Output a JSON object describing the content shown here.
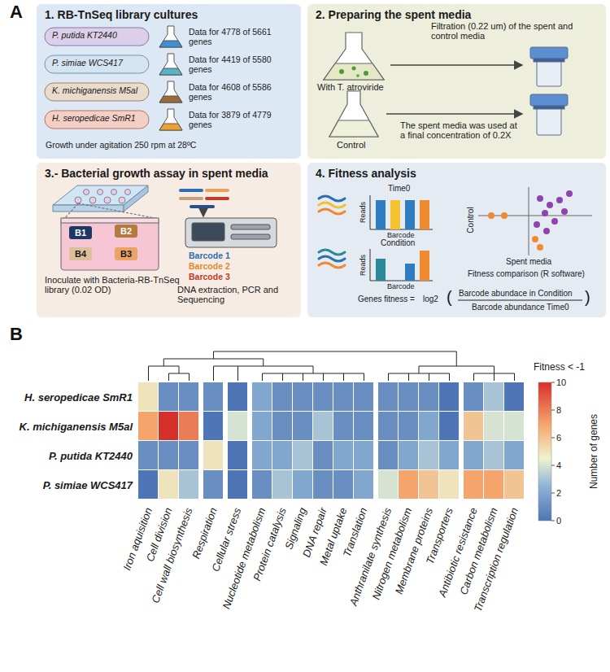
{
  "diagram": {
    "nodes": [
      {
        "text": [
          "1. RB-TnSeq library cultures"
        ]
      },
      {
        "text": [
          "2. Preparing the spent media"
        ]
      },
      {
        "text": [
          "3.- Bacterial growth assay in spent media"
        ]
      },
      {
        "text": [
          "4. Fitness analysis"
        ]
      },
      {
        "text": [
          "B1"
        ],
        "in": 2
      },
      {
        "text": [
          "B2"
        ],
        "in": 2
      },
      {
        "text": [
          "B4"
        ],
        "in": 2
      },
      {
        "text": [
          "B3"
        ],
        "in": 2
      }
    ],
    "labels": [
      "A",
      "B",
      "P. putida KT2440",
      "Data for 4778 of 5661 genes",
      "P. simiae WCS417",
      "Data for 4419 of 5580 genes",
      "K. michiganensis M5al",
      "Data for 4608 of 5586 genes",
      "H. seropedicae SmR1",
      "Data for 3879 of 4779 genes",
      "Growth under agitation 250 rpm at 28ºC",
      "Filtration (0.22 um) of the spent and control media",
      "With T. atroviride",
      "Control",
      "The spent media was used at a final concentration of 0.2X",
      "Inoculate with Bacteria-RB-TnSeq library (0.02 OD)",
      "Barcode 1",
      "Barcode 2",
      "Barcode 3",
      "DNA extraction, PCR and Sequencing",
      "Time0",
      "Reads",
      "Barcode",
      "Condition",
      "Reads",
      "Barcode",
      "Control",
      "Spent media",
      "Fitness comparison (R software)",
      "Genes fitness =",
      "log2",
      "(",
      "Barcode abundace in Condition",
      "Barcode abundance Time0",
      ")",
      "H. seropedicae SmR1",
      "K. michiganensis M5al",
      "P. putida KT2440",
      "P. simiae WCS417",
      "Iron aquisition",
      "Cell division",
      "Cell wall biosynthesis",
      "Respiration",
      "Cellular stress",
      "Nucleotide metabolism",
      "Protein catalysis",
      "Signaling",
      "DNA repair",
      "Metal uptake",
      "Translation",
      "Anthranilate synthesis",
      "Nitrogen metabolism",
      "Membrane proteins",
      "Transporters",
      "Antibiotic resistance",
      "Carbon metabolism",
      "Transcription regulation",
      "Fitness < -1",
      "Number of genes",
      "10",
      "8",
      "6",
      "4",
      "2",
      "0"
    ]
  }
}
